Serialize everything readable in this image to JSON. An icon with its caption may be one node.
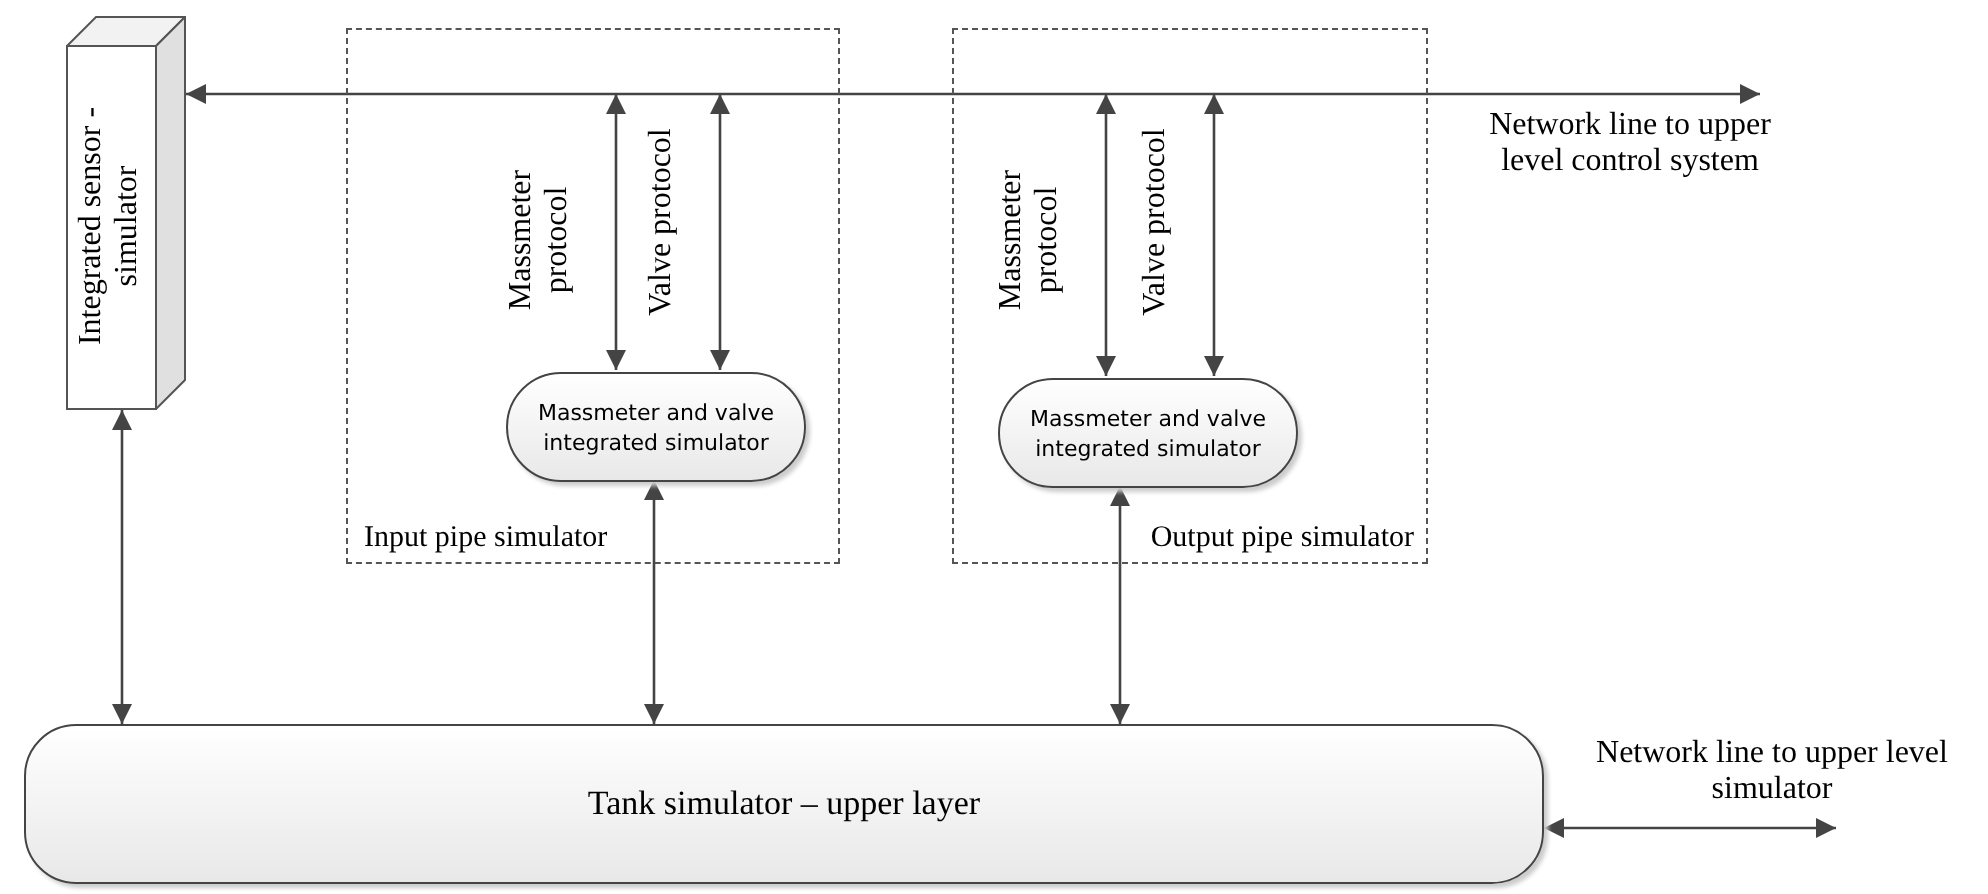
{
  "diagram": {
    "nodes": [
      {
        "text": [
          "Integrated sensor - simulator"
        ]
      },
      {
        "text": [
          "Input pipe simulator"
        ]
      },
      {
        "text": [
          "Massmeter and valve integrated simulator"
        ],
        "in": 1
      },
      {
        "text": [
          "Output pipe simulator"
        ]
      },
      {
        "text": [
          "Massmeter and valve integrated simulator"
        ],
        "in": 3
      },
      {
        "text": [
          "Tank simulator – upper layer"
        ]
      }
    ],
    "edges": [
      {
        "from": 0,
        "to": null,
        "arrow": "both",
        "label": "Network line to upper level control system"
      },
      {
        "from": null,
        "to": 2,
        "arrow": "both",
        "label": "Massmeter protocol"
      },
      {
        "from": null,
        "to": 2,
        "arrow": "both",
        "label": "Valve protocol"
      },
      {
        "from": null,
        "to": 4,
        "arrow": "both",
        "label": "Massmeter protocol"
      },
      {
        "from": null,
        "to": 4,
        "arrow": "both",
        "label": "Valve protocol"
      },
      {
        "from": 0,
        "to": 5,
        "arrow": "both"
      },
      {
        "from": 2,
        "to": 5,
        "arrow": "both"
      },
      {
        "from": 4,
        "to": 5,
        "arrow": "both"
      },
      {
        "from": 5,
        "to": null,
        "arrow": "both",
        "label": "Network line to upper level simulator"
      }
    ]
  }
}
